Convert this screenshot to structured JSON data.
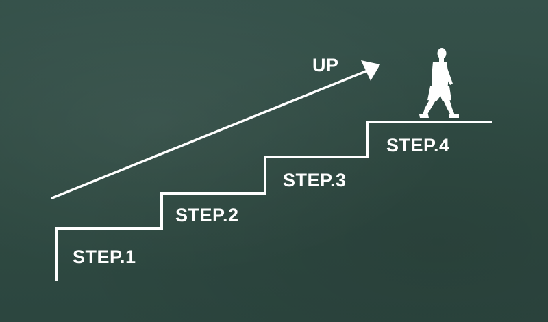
{
  "arrow": {
    "label": "UP"
  },
  "steps": [
    {
      "label": "STEP.1"
    },
    {
      "label": "STEP.2"
    },
    {
      "label": "STEP.3"
    },
    {
      "label": "STEP.4"
    }
  ],
  "colors": {
    "chalkboard": "#2f4a42",
    "chalk": "#ffffff"
  },
  "icons": {
    "figure": "walking-person-icon",
    "arrow": "up-arrow-icon"
  }
}
